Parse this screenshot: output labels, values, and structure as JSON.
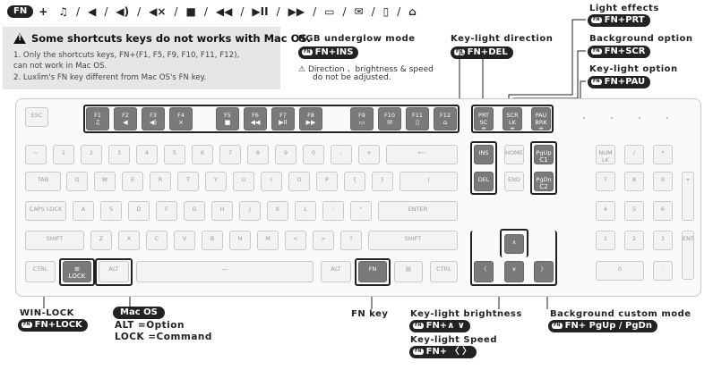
{
  "top_bar": {
    "fn_badge": "FN",
    "plus": "+",
    "items": [
      "♫",
      "◀",
      "◀)",
      "◀×",
      "■",
      "◀◀",
      "▶II",
      "▶▶",
      "▭",
      "✉",
      "▯",
      "⌂"
    ]
  },
  "note": {
    "heading": "Some shortcuts keys do not works with Mac OS.",
    "line1": "1. Only the shortcuts keys, FN+(F1, F5, F9, F10, F11, F12),",
    "line2": "    can not work in Mac OS.",
    "line3": "2. Luxlim's FN key different from Mac OS's FN key."
  },
  "callouts": {
    "rgb_title": "RGB underglow mode",
    "rgb_combo": "FN+INS",
    "rgb_warn": "Direction 、brightness & speed",
    "rgb_warn2": "do not be adjusted.",
    "kl_dir_title": "Key-light direction",
    "kl_dir_combo": "FN+DEL",
    "light_effects_title": "Light effects",
    "light_effects_combo": "FN+PRT",
    "bg_option_title": "Background option",
    "bg_option_combo": "FN+SCR",
    "kl_option_title": "Key-light option",
    "kl_option_combo": "FN+PAU",
    "win_lock_title": "WIN-LOCK",
    "win_lock_combo": "FN+LOCK",
    "mac_title": "Mac OS",
    "mac_alt": "ALT =Option",
    "mac_lock": "LOCK =Command",
    "fn_key_title": "FN key",
    "kl_bright_title": "Key-light brightness",
    "kl_bright_combo": "FN+∧ ∨",
    "kl_speed_title": "Key-light Speed",
    "kl_speed_combo": "FN+ 〈 〉",
    "bg_custom_title": "Background custom mode",
    "bg_custom_combo": "FN+ PgUp / PgDn"
  },
  "keys": {
    "esc": "ESC",
    "f1": "F1",
    "f2": "F2",
    "f3": "F3",
    "f4": "F4",
    "f5": "F5",
    "f6": "F6",
    "f7": "F7",
    "f8": "F8",
    "f9": "F9",
    "f10": "F10",
    "f11": "F11",
    "f12": "F12",
    "prt": "PRT SC",
    "scr": "SCR LK",
    "pau": "PAU BRK",
    "tab": "TAB",
    "caps": "CAPS LOCK",
    "shift": "SHIFT",
    "ctrl": "CTRL",
    "alt": "ALT",
    "fn": "FN",
    "lock": "LOCK",
    "q": "Q",
    "w": "W",
    "e": "E",
    "r": "R",
    "t": "T",
    "y": "Y",
    "u": "U",
    "i": "I",
    "o": "O",
    "p": "P",
    "a": "A",
    "s": "S",
    "d": "D",
    "f": "F",
    "g": "G",
    "h": "H",
    "j": "J",
    "k": "K",
    "l": "L",
    "z": "Z",
    "x": "X",
    "c": "C",
    "v": "V",
    "b": "B",
    "n": "N",
    "m": "M",
    "enter": "ENTER",
    "ins": "INS",
    "del": "DEL",
    "home": "HOME",
    "end": "END",
    "pgup": "PgUp",
    "pgdn": "PgDn",
    "c1": "C1",
    "c2": "C2",
    "num": "NUM LK",
    "plus": "+",
    "n0": "0",
    "n7": "7",
    "n8": "8",
    "n9": "9",
    "n4": "4",
    "n5": "5",
    "n6": "6",
    "n1": "1",
    "n2": "2",
    "n3": "3",
    "dotk": ".",
    "slash": "/",
    "star": "*",
    "minus": "-",
    "enter2": "ENTER",
    "one": "1",
    "two": "2",
    "three": "3",
    "four": "4",
    "five": "5",
    "six": "6",
    "seven": "7",
    "eight": "8",
    "nine": "9",
    "zero": "0"
  }
}
